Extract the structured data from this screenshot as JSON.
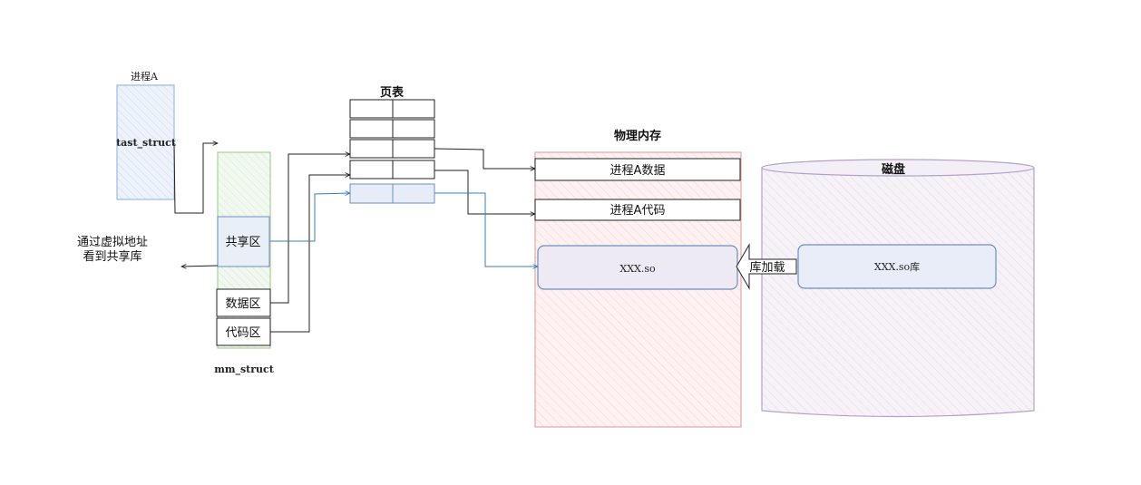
{
  "process": {
    "title": "进程A",
    "task_struct": "tast_struct"
  },
  "mm": {
    "label": "mm_struct",
    "shared": "共享区",
    "data": "数据区",
    "code": "代码区"
  },
  "page_table": {
    "title": "页表"
  },
  "physical": {
    "title": "物理内存",
    "data": "进程A数据",
    "code": "进程A代码",
    "so": "XXX.so"
  },
  "disk": {
    "title": "磁盘",
    "so_lib": "XXX.so库"
  },
  "load_label": "库加载",
  "note": {
    "line1": "通过虚拟地址",
    "line2": "看到共享库"
  },
  "colors": {
    "blue": "#6c8ebf",
    "blue_fill": "#dae8fc",
    "green": "#82b366",
    "green_fill": "#d5e8d4",
    "red": "#b85450",
    "red_fill": "#f8cecc",
    "purple": "#9673a6",
    "purple_fill": "#e1d5e7"
  }
}
